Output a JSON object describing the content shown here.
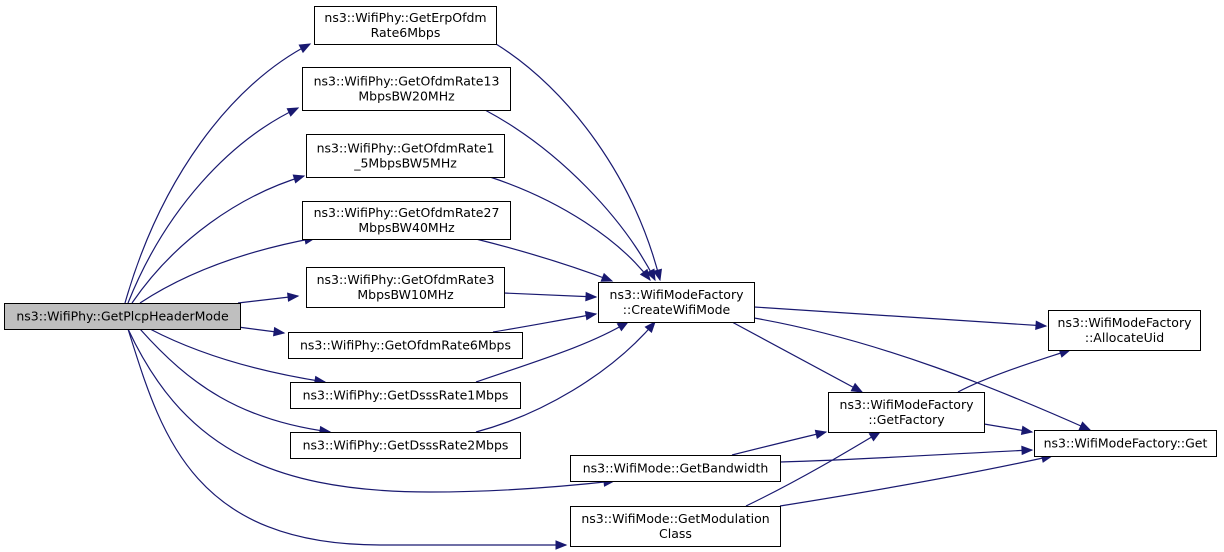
{
  "graph": {
    "colors": {
      "edge": "#191970",
      "root_fill": "#bfbfbf",
      "node_fill": "#ffffff",
      "border": "#000000"
    },
    "nodes": [
      {
        "id": "getplcp",
        "lines": [
          "ns3::WifiPhy::GetPlcpHeaderMode"
        ],
        "root": true
      },
      {
        "id": "erp6",
        "lines": [
          "ns3::WifiPhy::GetErpOfdm",
          "Rate6Mbps"
        ]
      },
      {
        "id": "ofdm13",
        "lines": [
          "ns3::WifiPhy::GetOfdmRate13",
          "MbpsBW20MHz"
        ]
      },
      {
        "id": "ofdm1_5",
        "lines": [
          "ns3::WifiPhy::GetOfdmRate1",
          "_5MbpsBW5MHz"
        ]
      },
      {
        "id": "ofdm27",
        "lines": [
          "ns3::WifiPhy::GetOfdmRate27",
          "MbpsBW40MHz"
        ]
      },
      {
        "id": "ofdm3",
        "lines": [
          "ns3::WifiPhy::GetOfdmRate3",
          "MbpsBW10MHz"
        ]
      },
      {
        "id": "ofdm6",
        "lines": [
          "ns3::WifiPhy::GetOfdmRate6Mbps"
        ]
      },
      {
        "id": "dsss1",
        "lines": [
          "ns3::WifiPhy::GetDsssRate1Mbps"
        ]
      },
      {
        "id": "dsss2",
        "lines": [
          "ns3::WifiPhy::GetDsssRate2Mbps"
        ]
      },
      {
        "id": "create",
        "lines": [
          "ns3::WifiModeFactory",
          "::CreateWifiMode"
        ]
      },
      {
        "id": "bandwidth",
        "lines": [
          "ns3::WifiMode::GetBandwidth"
        ]
      },
      {
        "id": "modclass",
        "lines": [
          "ns3::WifiMode::GetModulation",
          "Class"
        ]
      },
      {
        "id": "factory",
        "lines": [
          "ns3::WifiModeFactory",
          "::GetFactory"
        ]
      },
      {
        "id": "alloc",
        "lines": [
          "ns3::WifiModeFactory",
          "::AllocateUid"
        ]
      },
      {
        "id": "get",
        "lines": [
          "ns3::WifiModeFactory::Get"
        ]
      }
    ],
    "edges": [
      {
        "from": "getplcp",
        "to": "erp6"
      },
      {
        "from": "getplcp",
        "to": "ofdm13"
      },
      {
        "from": "getplcp",
        "to": "ofdm1_5"
      },
      {
        "from": "getplcp",
        "to": "ofdm27"
      },
      {
        "from": "getplcp",
        "to": "ofdm3"
      },
      {
        "from": "getplcp",
        "to": "ofdm6"
      },
      {
        "from": "getplcp",
        "to": "dsss1"
      },
      {
        "from": "getplcp",
        "to": "dsss2"
      },
      {
        "from": "getplcp",
        "to": "bandwidth"
      },
      {
        "from": "getplcp",
        "to": "modclass"
      },
      {
        "from": "erp6",
        "to": "create"
      },
      {
        "from": "ofdm13",
        "to": "create"
      },
      {
        "from": "ofdm1_5",
        "to": "create"
      },
      {
        "from": "ofdm27",
        "to": "create"
      },
      {
        "from": "ofdm3",
        "to": "create"
      },
      {
        "from": "ofdm6",
        "to": "create"
      },
      {
        "from": "dsss1",
        "to": "create"
      },
      {
        "from": "dsss2",
        "to": "create"
      },
      {
        "from": "create",
        "to": "alloc"
      },
      {
        "from": "create",
        "to": "factory"
      },
      {
        "from": "create",
        "to": "get"
      },
      {
        "from": "factory",
        "to": "alloc"
      },
      {
        "from": "factory",
        "to": "get"
      },
      {
        "from": "bandwidth",
        "to": "factory"
      },
      {
        "from": "bandwidth",
        "to": "get"
      },
      {
        "from": "modclass",
        "to": "factory"
      },
      {
        "from": "modclass",
        "to": "get"
      }
    ]
  }
}
